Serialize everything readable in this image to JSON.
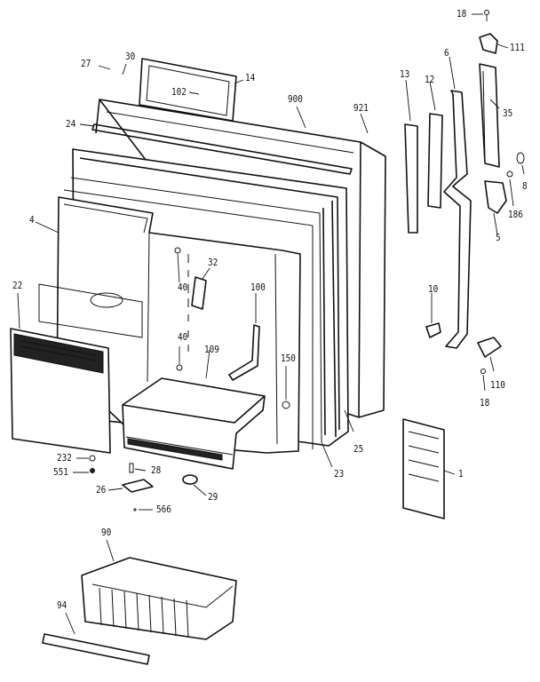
{
  "labels": {
    "l18a": "18",
    "l111": "111",
    "l27": "27",
    "l30": "30",
    "l14": "14",
    "l102": "102",
    "l900": "900",
    "l921": "921",
    "l13": "13",
    "l12": "12",
    "l6": "6",
    "l35": "35",
    "l24": "24",
    "l8": "8",
    "l186": "186",
    "l5": "5",
    "l4": "4",
    "l32": "32",
    "l40a": "40",
    "l22": "22",
    "l10": "10",
    "l100": "100",
    "l40b": "40",
    "l109": "109",
    "l150": "150",
    "l18b": "18",
    "l110": "110",
    "l25": "25",
    "l232": "232",
    "l551": "551",
    "l28": "28",
    "l26": "26",
    "l29": "29",
    "l566": "566",
    "l23": "23",
    "l1": "1",
    "l90": "90",
    "l94": "94"
  }
}
